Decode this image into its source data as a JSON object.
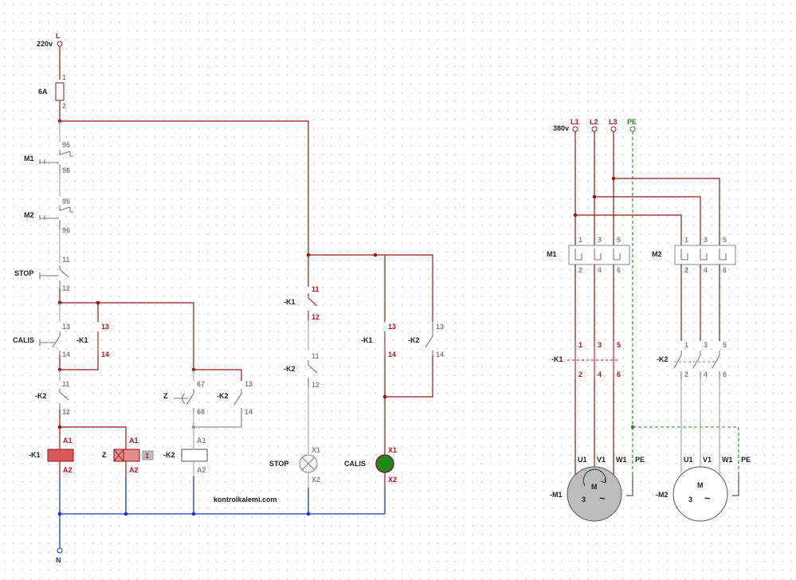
{
  "supply": {
    "phase": "L",
    "voltage": "220v",
    "neutral": "N"
  },
  "fuse": {
    "rating": "6A",
    "t1": "1",
    "t2": "2"
  },
  "overloads": [
    {
      "name": "M1",
      "t1": "95",
      "t2": "96"
    },
    {
      "name": "M2",
      "t1": "95",
      "t2": "96"
    }
  ],
  "stop_button": {
    "name": "STOP",
    "t1": "11",
    "t2": "12"
  },
  "start_button": {
    "name": "CALIS",
    "t1": "13",
    "t2": "14"
  },
  "k1_seal": {
    "name": "-K1",
    "t1": "13",
    "t2": "14"
  },
  "k2_interlock": {
    "name": "-K2",
    "t1": "11",
    "t2": "12"
  },
  "timer_contact": {
    "name": "Z",
    "t1": "67",
    "t2": "68"
  },
  "k2_seal": {
    "name": "-K2",
    "t1": "13",
    "t2": "14"
  },
  "coils": [
    {
      "name": "-K1",
      "a1": "A1",
      "a2": "A2"
    },
    {
      "name": "Z",
      "a1": "A1",
      "a2": "A2",
      "badge": "1"
    },
    {
      "name": "-K2",
      "a1": "A1",
      "a2": "A2"
    }
  ],
  "signal": {
    "k1": {
      "name": "-K1",
      "t1": "11",
      "t2": "12"
    },
    "k2nc": {
      "name": "-K2",
      "t1": "11",
      "t2": "12"
    },
    "stop_lamp": {
      "name": "STOP",
      "x1": "X1",
      "x2": "X2"
    },
    "k1no": {
      "name": "-K1",
      "t1": "13",
      "t2": "14"
    },
    "k2no": {
      "name": "-K2",
      "t1": "13",
      "t2": "14"
    },
    "run_lamp": {
      "name": "CALIS",
      "x1": "X1",
      "x2": "X2"
    }
  },
  "watermark": "kontrolkalemi.com",
  "power": {
    "voltage": "380v",
    "phases": [
      "L1",
      "L2",
      "L3",
      "PE"
    ],
    "m1_relay": {
      "name": "M1",
      "top": [
        "1",
        "3",
        "5"
      ],
      "bottom": [
        "2",
        "4",
        "6"
      ]
    },
    "m2_relay": {
      "name": "M2",
      "top": [
        "1",
        "3",
        "5"
      ],
      "bottom": [
        "2",
        "4",
        "6"
      ]
    },
    "k1_contactor": {
      "name": "-K1",
      "top": [
        "1",
        "3",
        "5"
      ],
      "bottom": [
        "2",
        "4",
        "6"
      ]
    },
    "k2_contactor": {
      "name": "-K2",
      "top": [
        "1",
        "3",
        "5"
      ],
      "bottom": [
        "2",
        "4",
        "6"
      ]
    },
    "motor1": {
      "name": "-M1",
      "terms": [
        "U1",
        "V1",
        "W1",
        "PE"
      ],
      "m": "M",
      "phases": "3",
      "wave": "~"
    },
    "motor2": {
      "name": "-M2",
      "terms": [
        "U1",
        "V1",
        "W1",
        "PE"
      ],
      "m": "M",
      "phases": "3",
      "wave": "~"
    }
  },
  "colors": {
    "phase_wire": "#8b1a1a",
    "neutral_wire": "#1f35c0",
    "pe_wire": "#2a8a2a",
    "energized": "#c0101a",
    "deenergized": "#888888"
  }
}
